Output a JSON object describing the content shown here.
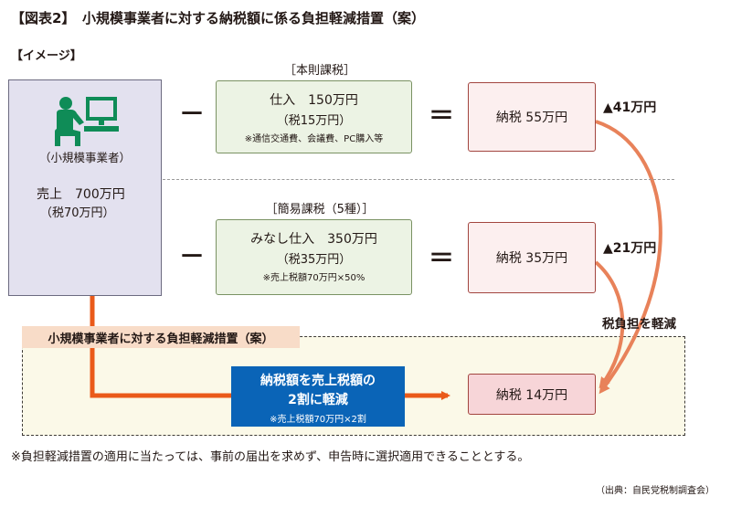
{
  "title": "【図表2】　小規模事業者に対する納税額に係る負担軽減措置（案）",
  "image_label": "【イメージ】",
  "business": {
    "name": "（小規模事業者）",
    "sales": "売上　700万円",
    "tax": "（税70万円）"
  },
  "standard": {
    "label": "［本則課税］",
    "purchase": "仕入　150万円",
    "purchase_tax": "（税15万円）",
    "note": "※通信交通費、会議費、PC購入等",
    "result": "納税 55万円",
    "reduction": "▲41万円"
  },
  "simplified": {
    "label": "［簡易課税（5種）］",
    "purchase": "みなし仕入　350万円",
    "purchase_tax": "（税35万円）",
    "note": "※売上税額70万円×50%",
    "result": "納税 35万円",
    "reduction": "▲21万円"
  },
  "operators": {
    "minus": "－",
    "equals": "＝"
  },
  "burden_label": "税負担を軽減",
  "measure": {
    "tag": "小規模事業者に対する負担軽減措置（案）",
    "line1": "納税額を売上税額の",
    "line2": "2割に軽減",
    "note": "※売上税額70万円×2割",
    "result": "納税 14万円"
  },
  "footnote": "※負担軽減措置の適用に当たっては、事前の届出を求めず、申告時に選択適用できることとする。",
  "source": "（出典：自民党税制調査会）",
  "colors": {
    "business_fill": "#e3e1ef",
    "green_fill": "#ecf3e4",
    "red_fill": "#fcefef",
    "result_fill": "#f7d5d8",
    "arrow_orange": "#e8825a",
    "connector_orange": "#ea5a1a",
    "blue": "#0a64b7",
    "measure_fill": "#fbf9e8"
  },
  "icons": [
    "person-at-computer-icon"
  ]
}
